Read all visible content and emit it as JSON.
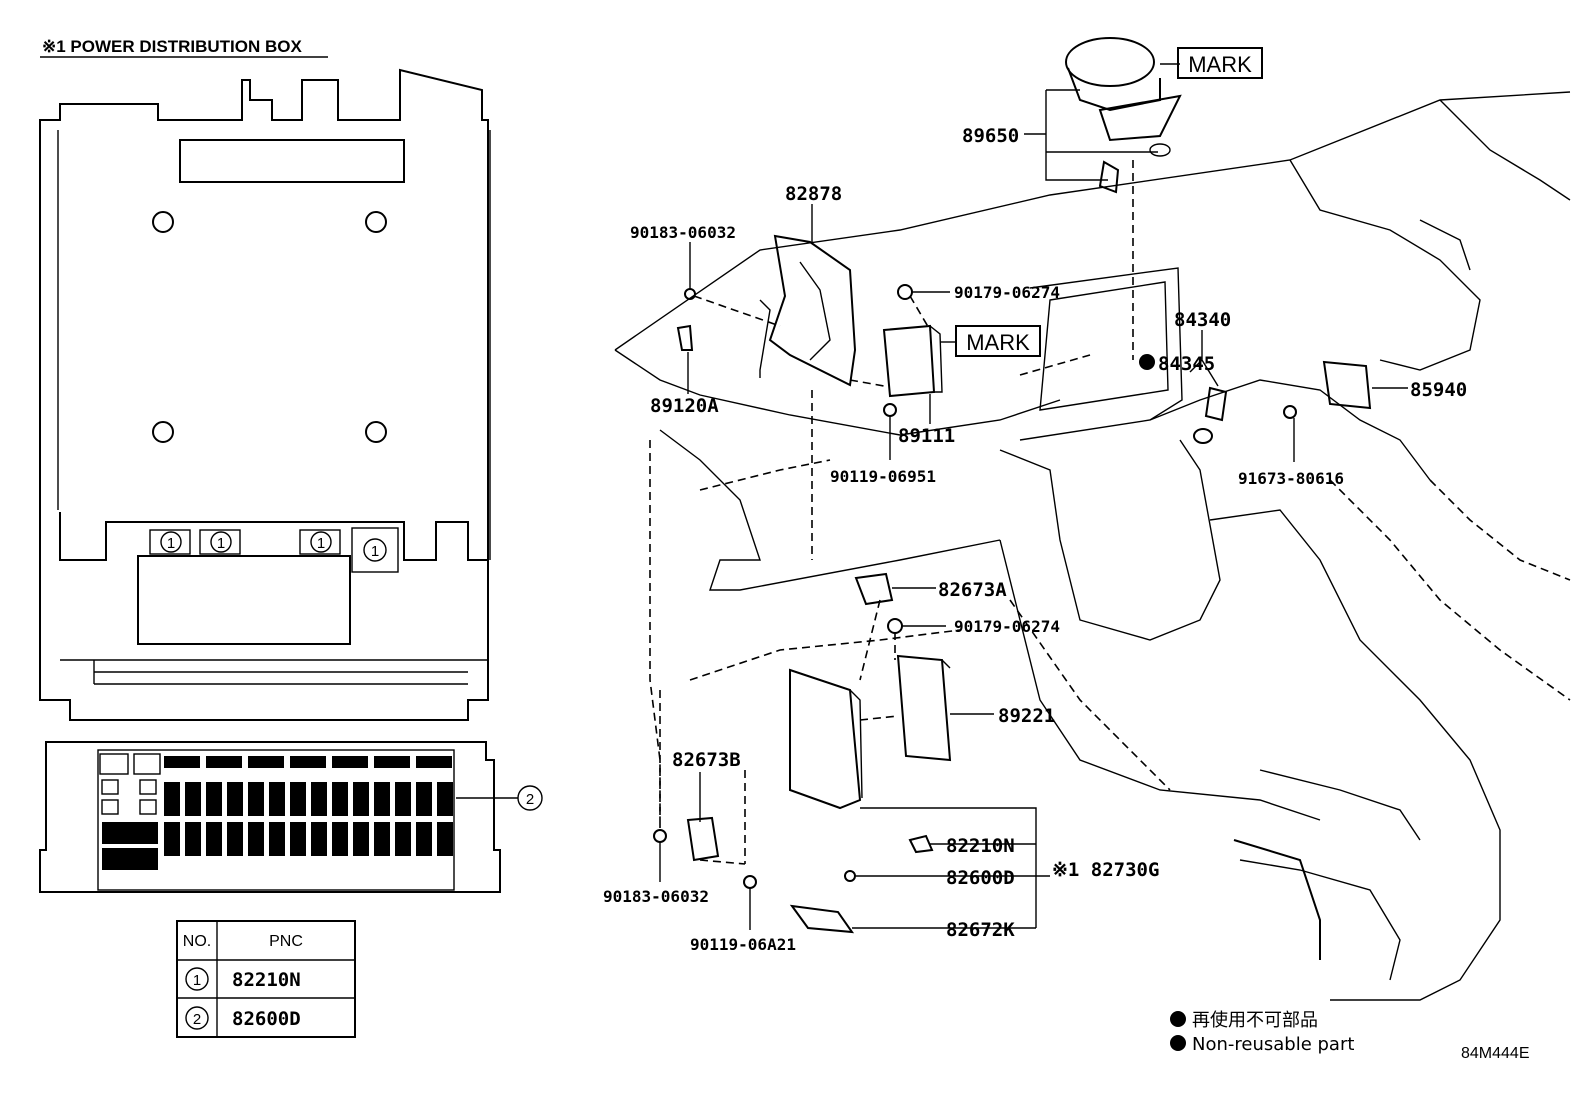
{
  "diagram": {
    "section_title": "※1  POWER DISTRIBUTION BOX",
    "circled_1": "1",
    "circled_2": "2",
    "mark_label": "MARK",
    "pnc_table": {
      "header_no": "NO.",
      "header_pnc": "PNC",
      "rows": [
        {
          "no": "1",
          "pnc": "82210N"
        },
        {
          "no": "2",
          "pnc": "82600D"
        }
      ]
    },
    "parts": {
      "p89650": "89650",
      "p82878": "82878",
      "p90183_06032_top": "90183-06032",
      "p90179_06274_top": "90179-06274",
      "p89120A": "89120A",
      "p89111": "89111",
      "p90119_06951": "90119-06951",
      "p84340": "84340",
      "p84345": "84345",
      "p85940": "85940",
      "p91673_80616": "91673-80616",
      "p82673A": "82673A",
      "p90179_06274_mid": "90179-06274",
      "p89221": "89221",
      "p82673B": "82673B",
      "p82210N": "82210N",
      "p82600D": "82600D",
      "p82672K": "82672K",
      "p82730G": "※1 82730G",
      "p90183_06032_bot": "90183-06032",
      "p90119_06A21": "90119-06A21"
    },
    "legend": {
      "non_reusable_jp": "再使用不可部品",
      "non_reusable_en": "Non-reusable part"
    },
    "figure_code": "84M444E"
  }
}
